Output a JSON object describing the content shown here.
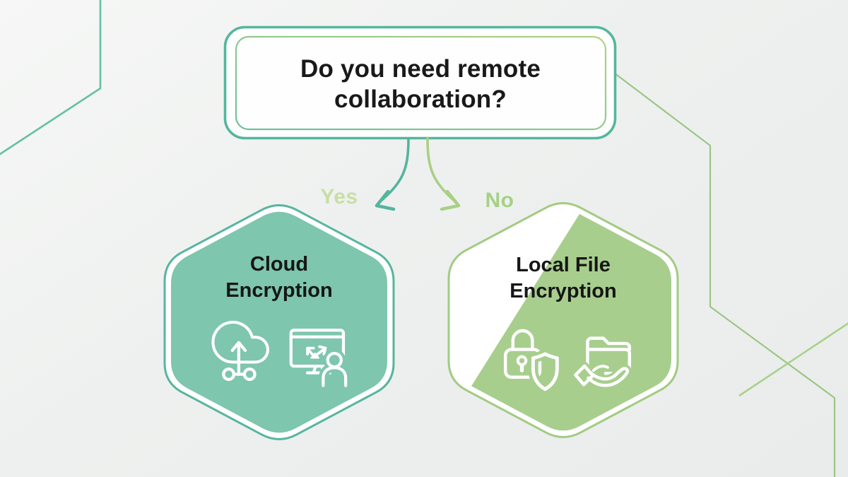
{
  "diagram": {
    "type": "decision-tree",
    "question": "Do you need remote collaboration?"
  },
  "branches": {
    "yes": {
      "label": "Yes",
      "result": "Cloud Encryption",
      "node_fill": "#7ec6ad",
      "node_border": "#56b69e",
      "label_color": "#c9dea5",
      "arrow_color": "#54b59d",
      "icons": [
        "cloud-upload-icon",
        "monitor-share-user-icon"
      ]
    },
    "no": {
      "label": "No",
      "result": "Local File Encryption",
      "node_fill": "#a8ce8e",
      "node_border": "#a2cb82",
      "label_color": "#a5d187",
      "arrow_color": "#a9cf85",
      "icons": [
        "lock-shield-icon",
        "folder-hand-icon"
      ]
    }
  },
  "question_box": {
    "outer_border": "#55b69e",
    "inner_border_gradient": [
      "#6ebf9f",
      "#b2d283"
    ],
    "fill": "#fdfefd",
    "text_color": "#191919"
  },
  "background": {
    "base": "#eef0ef",
    "decor_line_teal": "#63c0a5",
    "decor_line_green": "#9cc585",
    "icon_stroke": "#ffffff"
  }
}
